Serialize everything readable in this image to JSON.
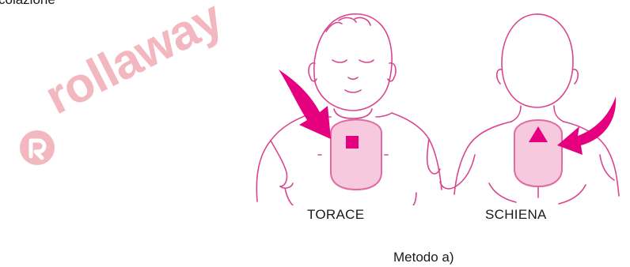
{
  "clipped_text": "colazione",
  "watermark": {
    "text": "rollaway"
  },
  "labels": {
    "front": "TORACE",
    "back": "SCHIENA"
  },
  "caption": "Metodo a)",
  "colors": {
    "outline": "#d9468f",
    "pad_fill": "#f7c9de",
    "pad_stroke": "#e06aa3",
    "symbol": "#e4007f",
    "arrow": "#e4007f",
    "watermark": "#e87082"
  },
  "icons": {
    "front_pad_symbol": "square",
    "back_pad_symbol": "triangle"
  }
}
